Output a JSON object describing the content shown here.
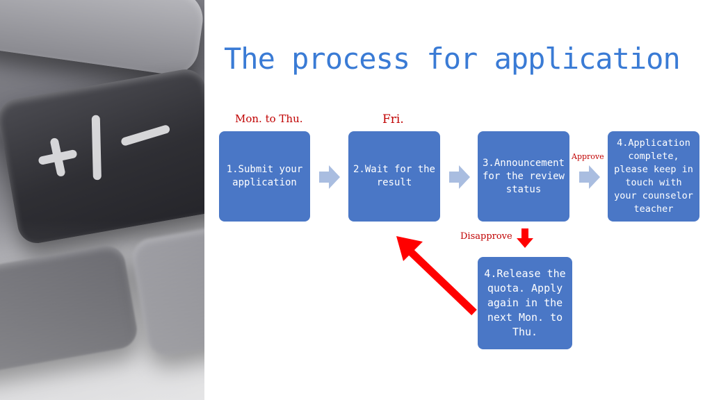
{
  "title": "The process for application",
  "day_labels": {
    "mon_thu": "Mon. to Thu.",
    "fri": "Fri."
  },
  "steps": [
    {
      "label": "1.Submit your application"
    },
    {
      "label": "2.Wait for the result"
    },
    {
      "label": "3.Announcement for the review status"
    },
    {
      "label": "4.Application complete, please keep in touch with your counselor teacher"
    },
    {
      "label": "4.Release the quota. Apply again in the next Mon. to Thu."
    }
  ],
  "edges": {
    "approve": "Approve",
    "disapprove": "Disapprove"
  },
  "colors": {
    "title": "#3a7bd5",
    "box_fill": "#4a77c6",
    "box_text": "#ffffff",
    "label_red": "#c00000",
    "step_arrow": "#a9bde0",
    "red_arrow": "#ff0000"
  },
  "icons": {
    "photo": "calculator-keys-photo",
    "step_arrow": "right-arrow-icon",
    "down_arrow": "down-arrow-icon",
    "back_arrow": "diagonal-arrow-icon"
  }
}
